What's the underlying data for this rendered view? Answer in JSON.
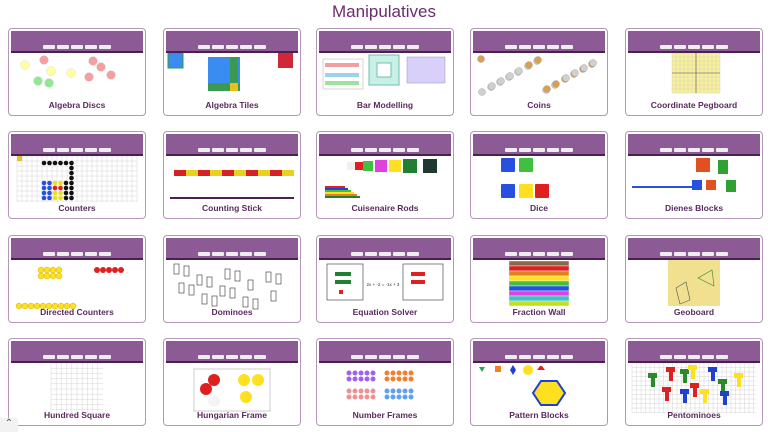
{
  "page": {
    "title": "Manipulatives"
  },
  "colors": {
    "accent": "#6b2c6e",
    "toolbar": "#8c5a95",
    "card_border": "#b795bb"
  },
  "cards": [
    {
      "label": "Algebra Discs"
    },
    {
      "label": "Algebra Tiles"
    },
    {
      "label": "Bar Modelling"
    },
    {
      "label": "Coins"
    },
    {
      "label": "Coordinate Pegboard"
    },
    {
      "label": "Counters"
    },
    {
      "label": "Counting Stick"
    },
    {
      "label": "Cuisenaire Rods"
    },
    {
      "label": "Dice"
    },
    {
      "label": "Dienes Blocks"
    },
    {
      "label": "Directed Counters"
    },
    {
      "label": "Dominoes"
    },
    {
      "label": "Equation Solver"
    },
    {
      "label": "Fraction Wall"
    },
    {
      "label": "Geoboard"
    },
    {
      "label": "Hundred Square"
    },
    {
      "label": "Hungarian Frame"
    },
    {
      "label": "Number Frames"
    },
    {
      "label": "Pattern Blocks"
    },
    {
      "label": "Pentominoes"
    }
  ],
  "equation_solver": {
    "equation": "2x + -2 = -1x + 3"
  },
  "scroll_icon": "chevron-up-icon"
}
